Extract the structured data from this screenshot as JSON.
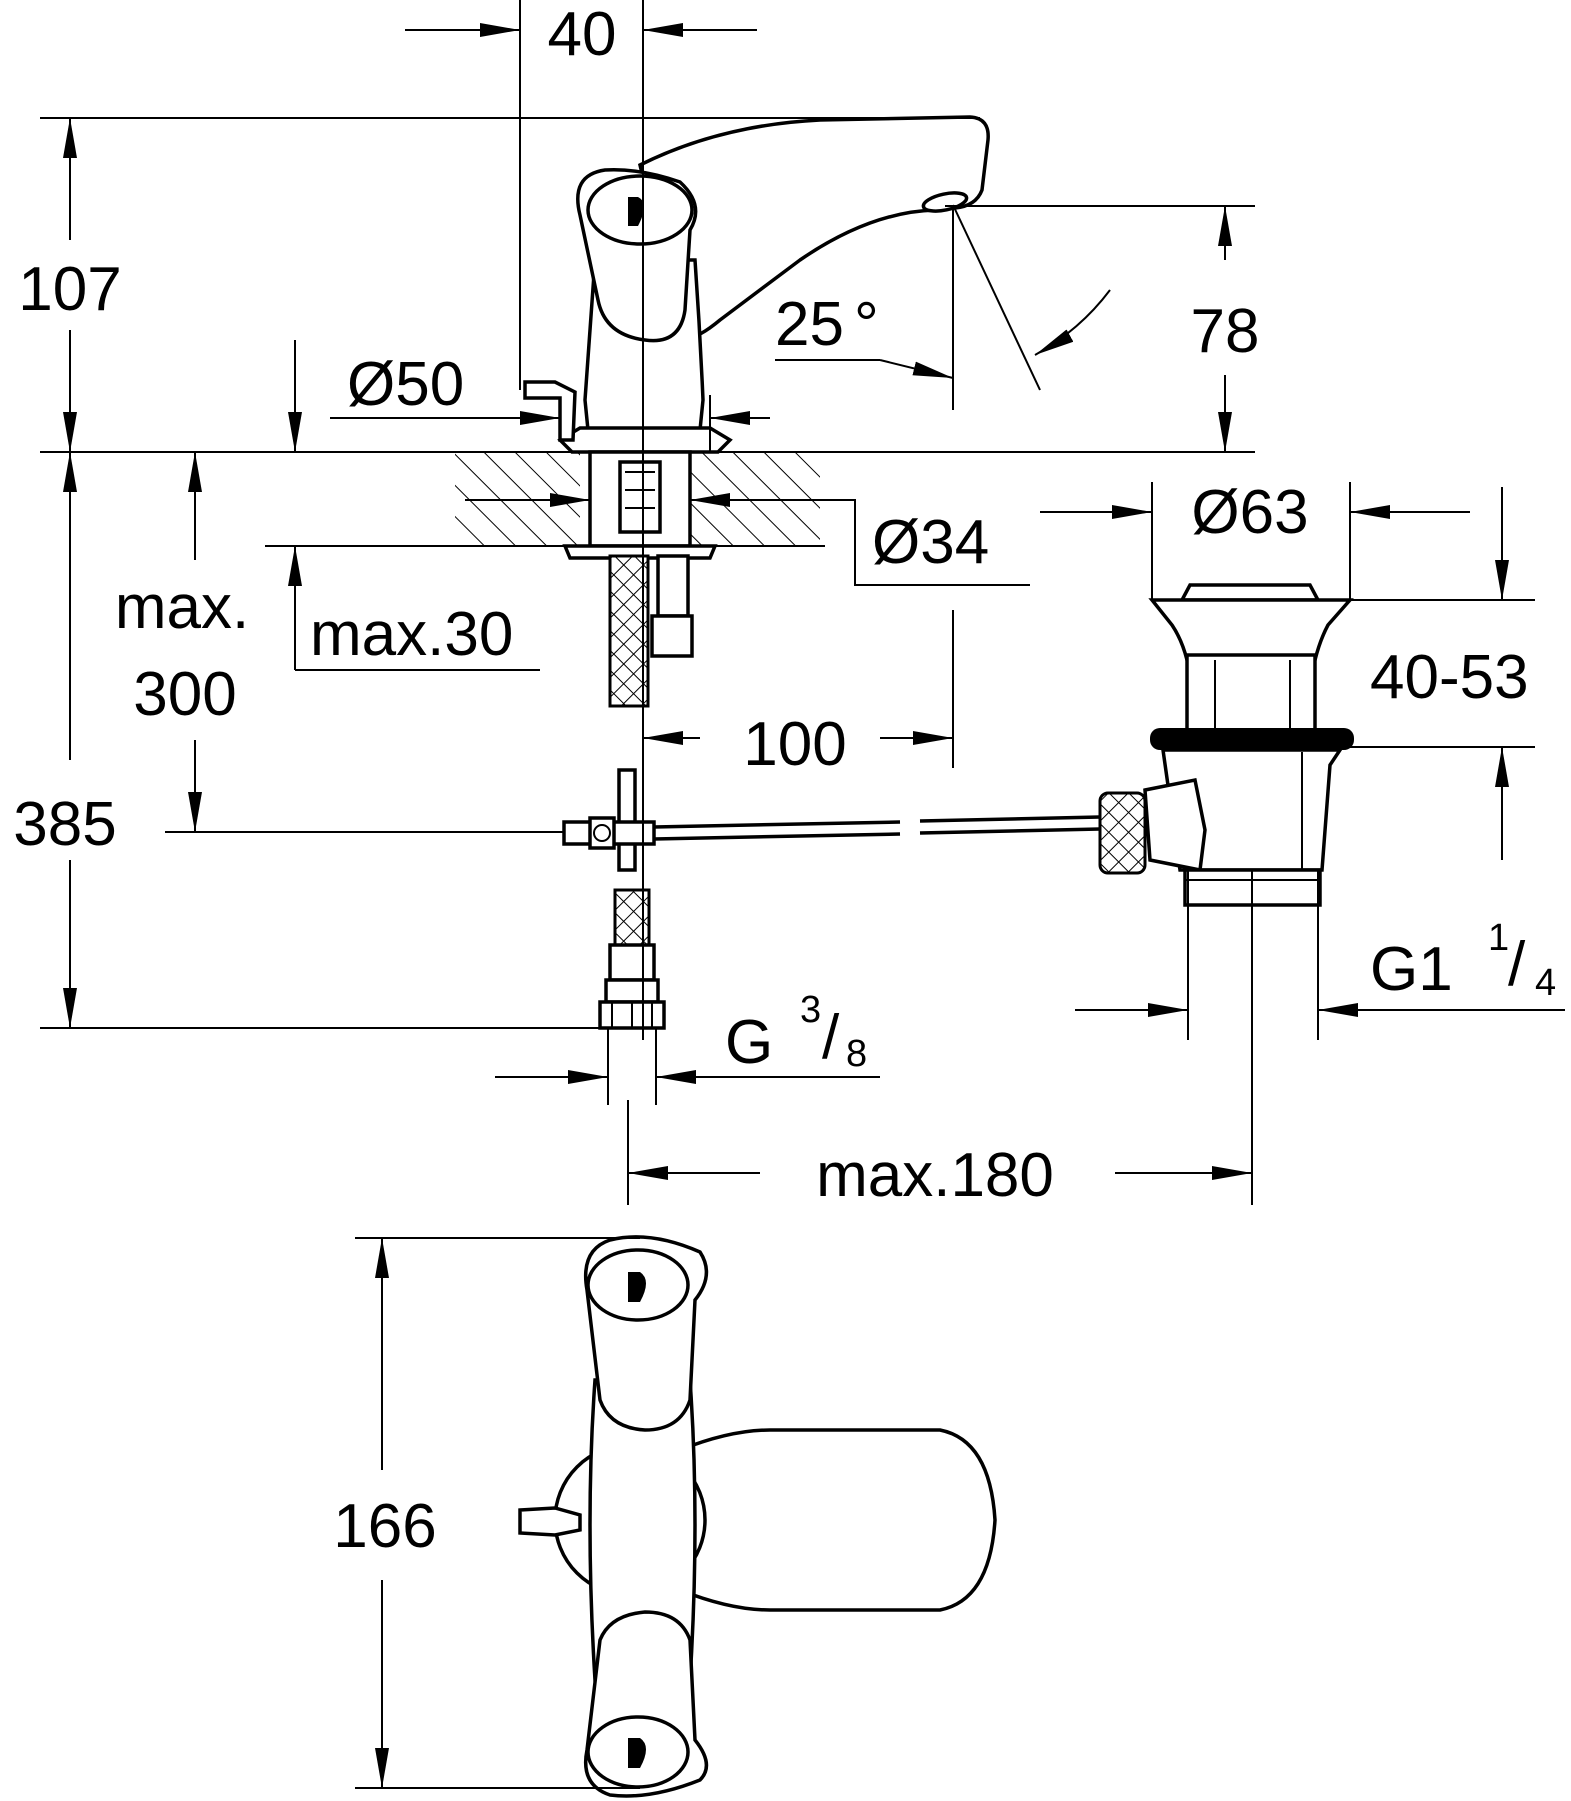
{
  "drawing": {
    "line_color": "#000000",
    "background": "#ffffff",
    "dimensions": {
      "spout_spacing": "40",
      "height_top": "107",
      "spout_height": "78",
      "spout_angle": "25",
      "degree_symbol": "°",
      "base_diameter": "Ø50",
      "hole_diameter": "Ø34",
      "waste_diameter": "Ø63",
      "max_label": "max.",
      "max_300_value": "300",
      "max_30": "max.30",
      "pull_rod_distance": "100",
      "waste_range": "40-53",
      "total_height": "385",
      "waste_thread_main": "G1",
      "waste_thread_num": "1",
      "waste_thread_sep": "/",
      "waste_thread_den": "4",
      "supply_thread_main": "G",
      "supply_thread_num": "3",
      "supply_thread_sep": "/",
      "supply_thread_den": "8",
      "max_180": "max.180",
      "top_view_length": "166"
    }
  }
}
